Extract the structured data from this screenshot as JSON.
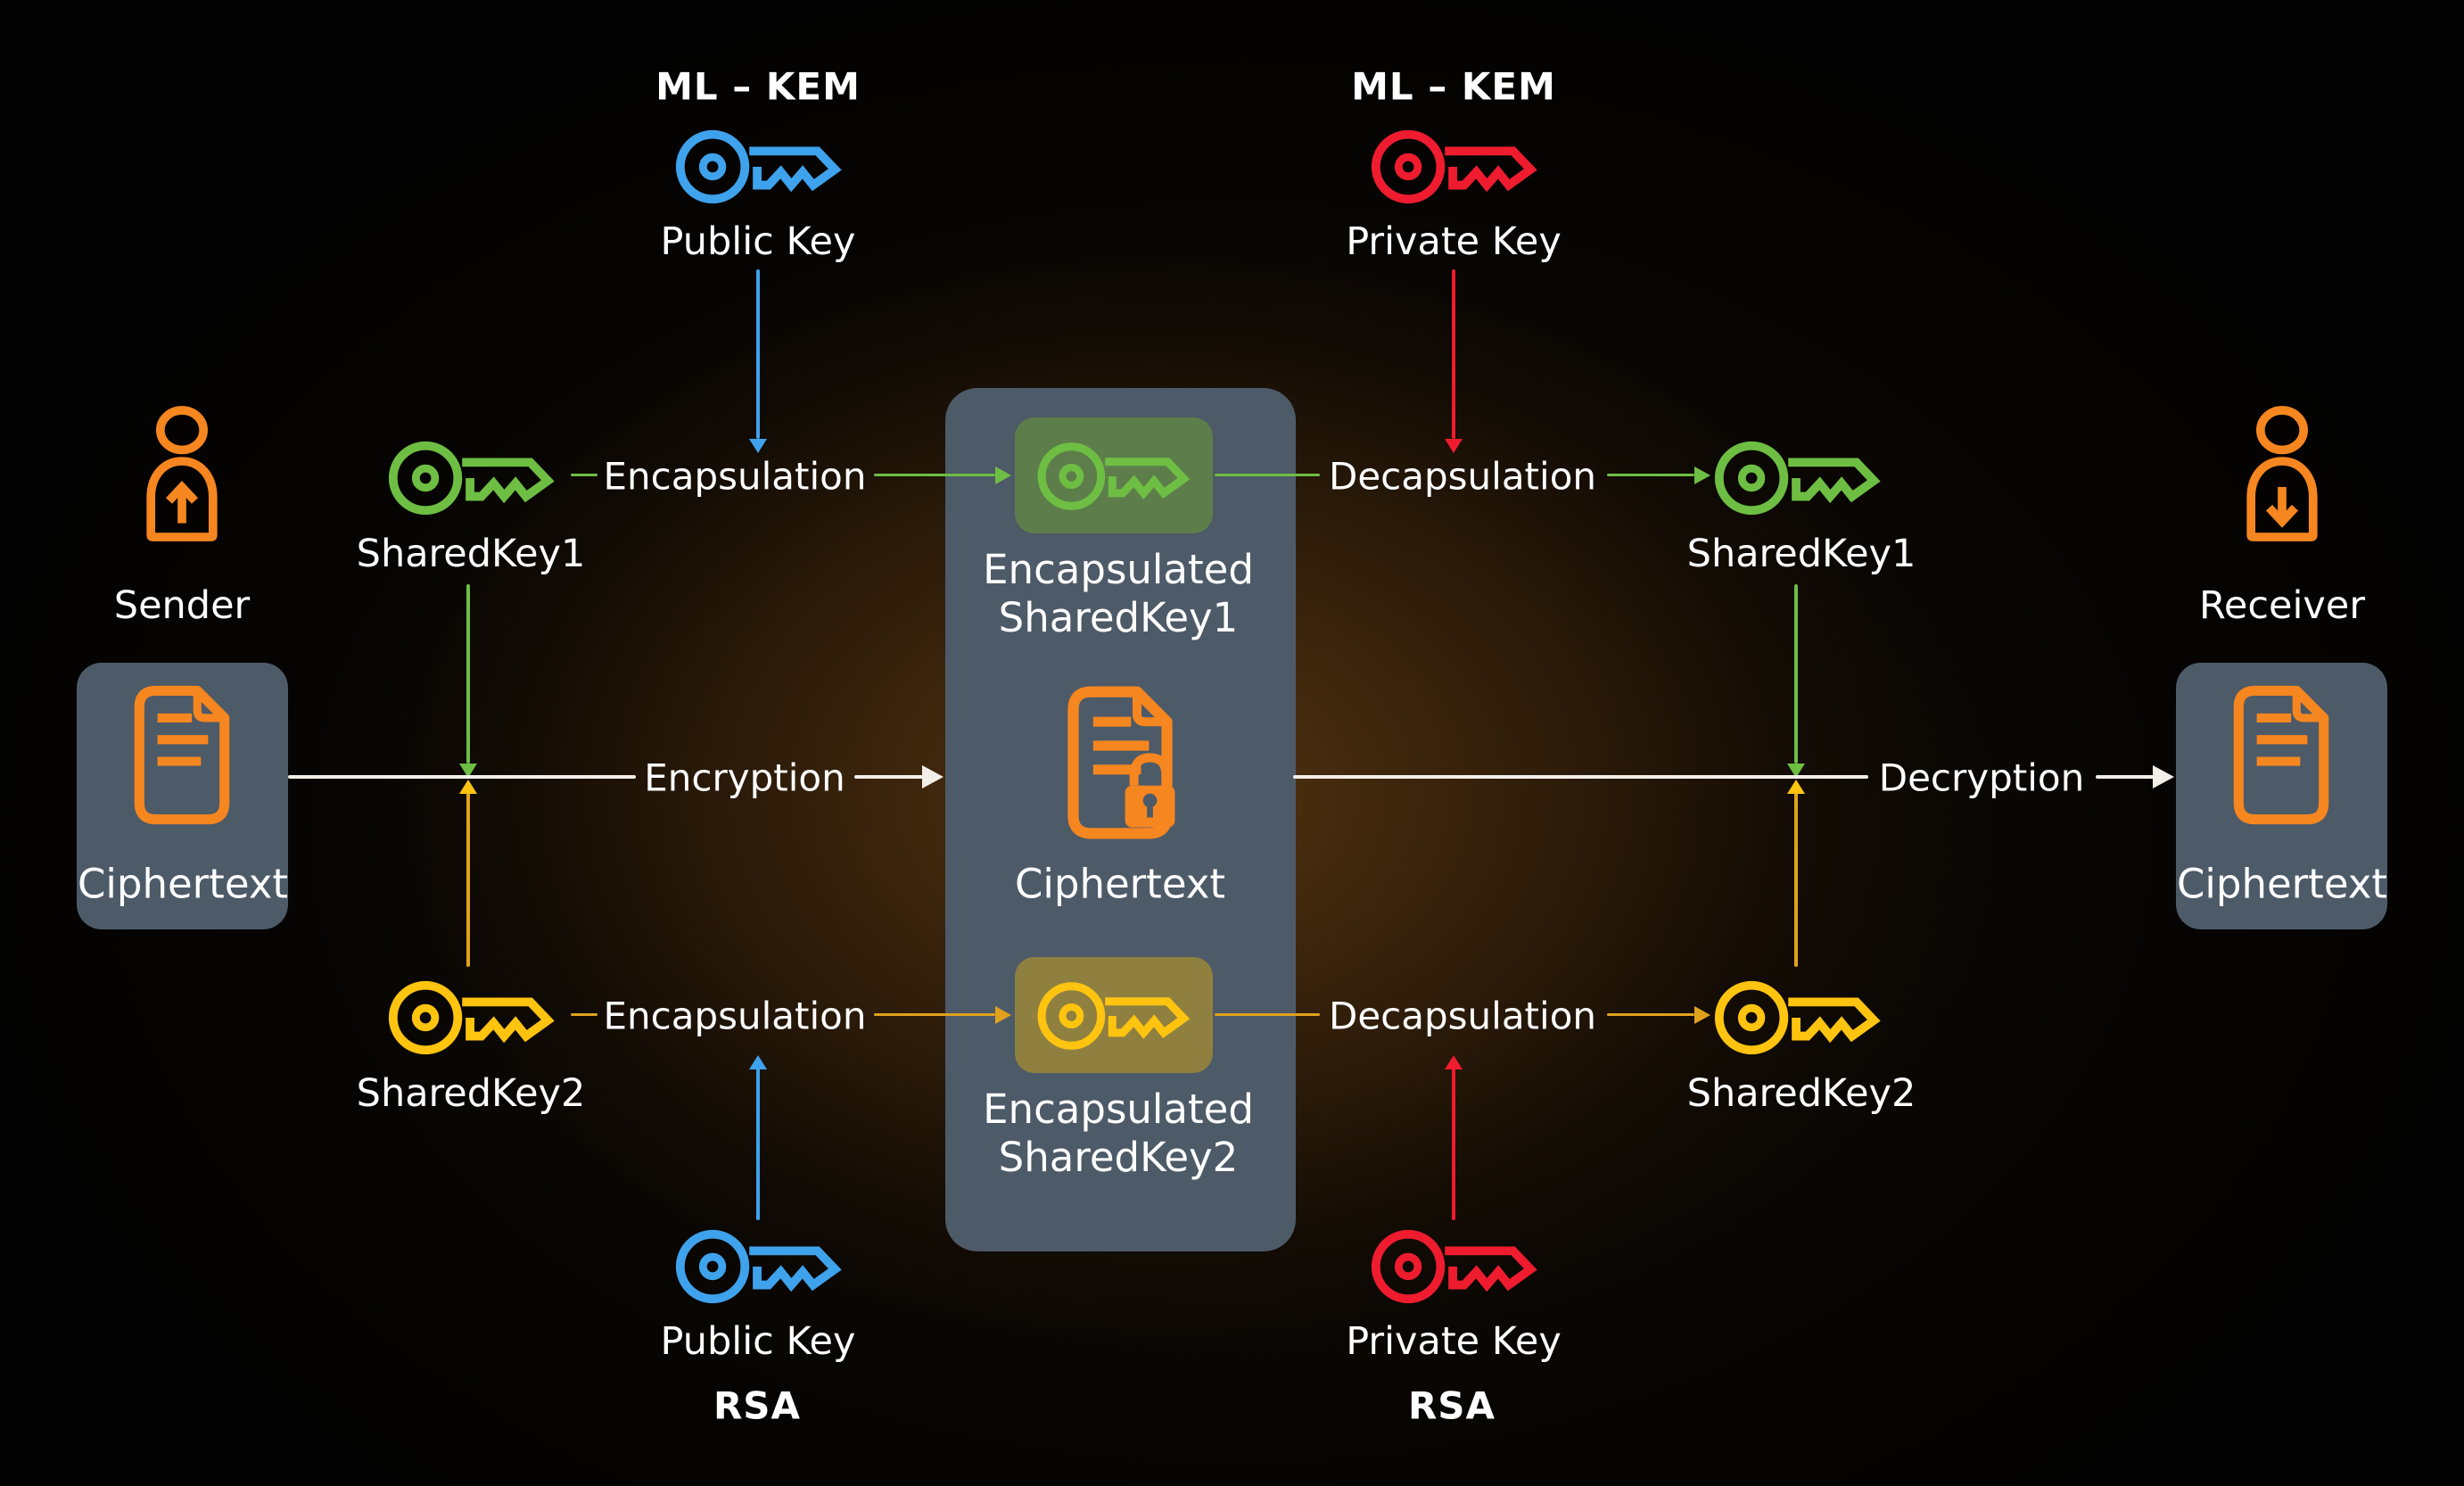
{
  "palette": {
    "blue": "#3fa2ec",
    "red": "#ee1c2e",
    "green": "#6ebe44",
    "yellow": "#ffc410",
    "gold_line": "#e0a21d",
    "orange": "#f6861f",
    "panel_slate": "#4d5a68",
    "white_line": "#f3efe8",
    "badge_green": "#5d7e4a",
    "badge_yellow": "#8f8040"
  },
  "top": {
    "mlkem_public": {
      "title": "ML – KEM",
      "label": "Public Key"
    },
    "mlkem_private": {
      "title": "ML – KEM",
      "label": "Private Key"
    }
  },
  "bottom": {
    "rsa_public": {
      "label": "Public Key",
      "title": "RSA"
    },
    "rsa_private": {
      "label": "Private Key",
      "title": "RSA"
    }
  },
  "sender": {
    "label": "Sender",
    "box_label": "Ciphertext"
  },
  "receiver": {
    "label": "Receiver",
    "box_label": "Ciphertext"
  },
  "left_keys": {
    "sharedkey1": "SharedKey1",
    "sharedkey2": "SharedKey2"
  },
  "right_keys": {
    "sharedkey1": "SharedKey1",
    "sharedkey2": "SharedKey2"
  },
  "center_box": {
    "encapsulated1": {
      "line1": "Encapsulated",
      "line2": "SharedKey1"
    },
    "ciphertext": "Ciphertext",
    "encapsulated2": {
      "line1": "Encapsulated",
      "line2": "SharedKey2"
    }
  },
  "processes": {
    "encapsulation_top": "Encapsulation",
    "decapsulation_top": "Decapsulation",
    "encryption": "Encryption",
    "decryption": "Decryption",
    "encapsulation_bottom": "Encapsulation",
    "decapsulation_bottom": "Decapsulation"
  }
}
